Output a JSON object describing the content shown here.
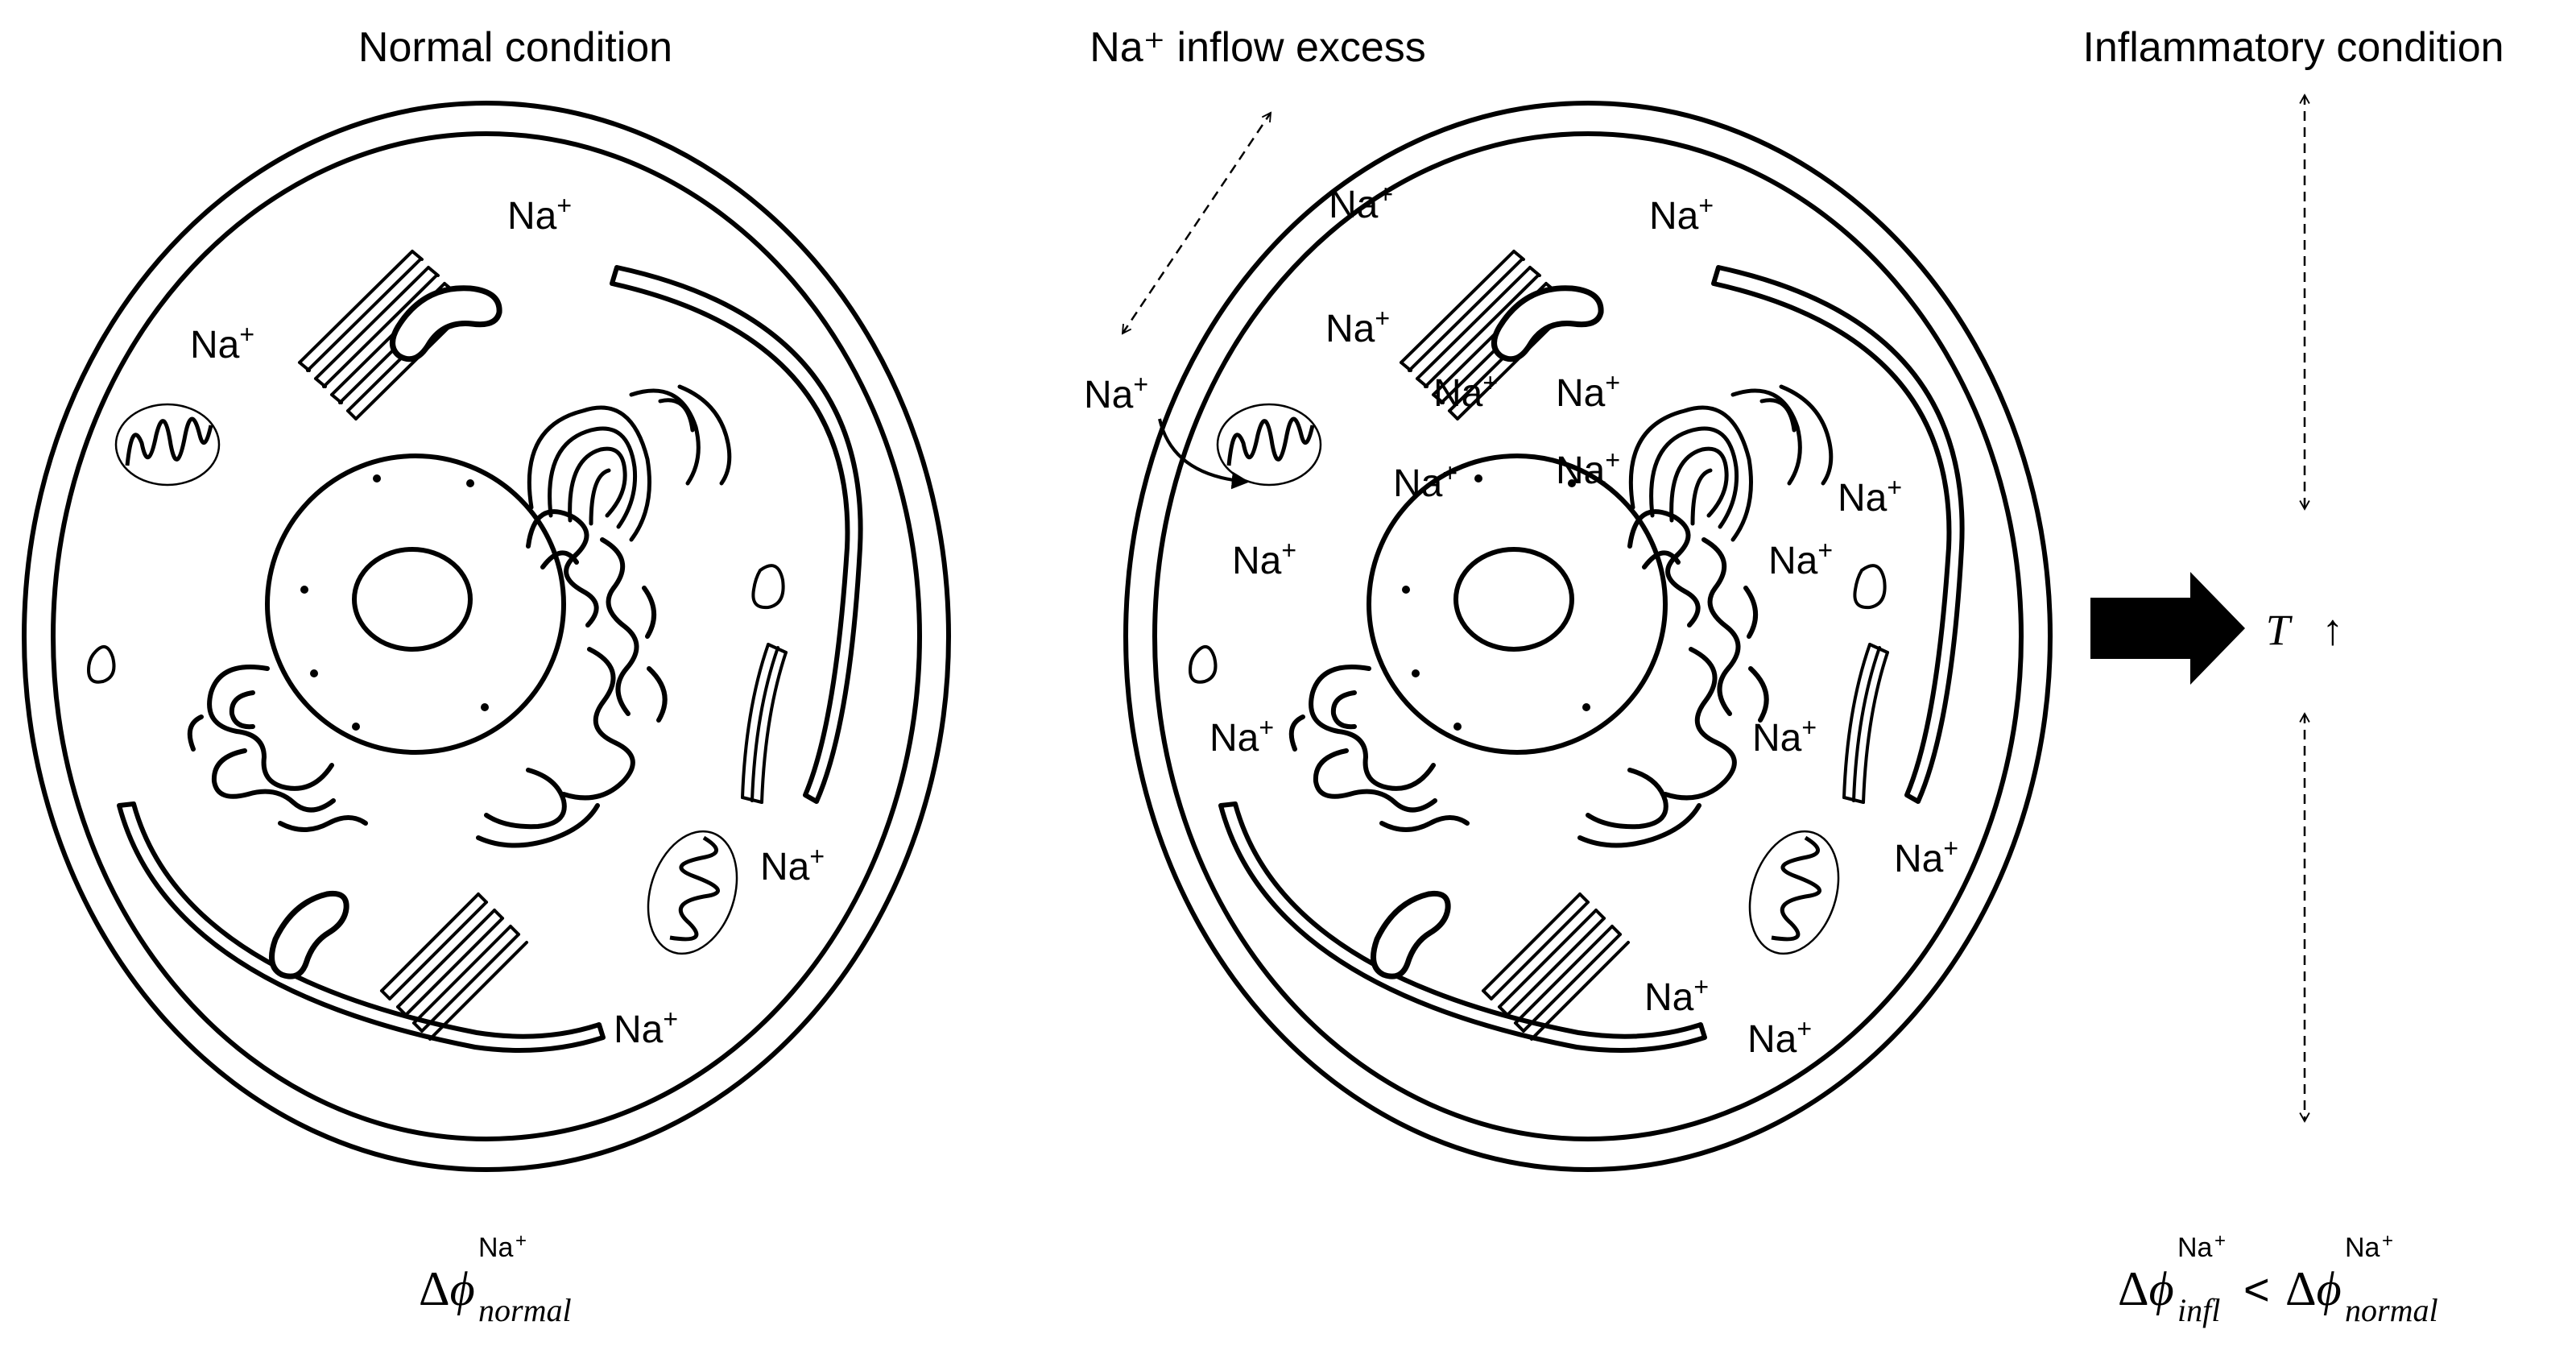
{
  "titles": {
    "normal": "Normal condition",
    "inflow": "Na⁺ inflow excess",
    "inflammatory": "Inflammatory condition"
  },
  "ion": {
    "base": "Na",
    "charge": "+"
  },
  "temperature": {
    "symbol": "T",
    "arrow": "↑"
  },
  "equations": {
    "delta": "Δ",
    "phi": "ϕ",
    "normal_subscript": "normal",
    "infl_subscript": "infl",
    "relation": "<"
  }
}
